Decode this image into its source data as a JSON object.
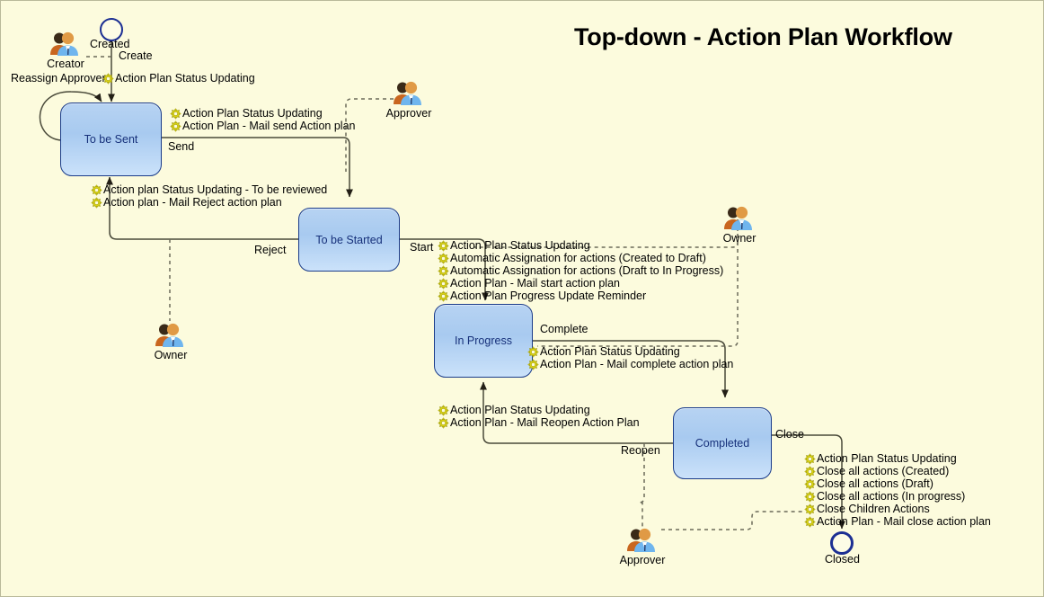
{
  "diagram": {
    "title": "Top-down - Action Plan Workflow",
    "background": "#fcfbdd",
    "state_fill": "#b2cff1",
    "state_border": "#1b3c8a",
    "state_text_color": "#16307a",
    "gear_color": "#d8d112",
    "edge_color": "#4a4a3a"
  },
  "states": [
    {
      "id": "to-be-sent",
      "label": "To be Sent"
    },
    {
      "id": "to-be-started",
      "label": "To be Started"
    },
    {
      "id": "in-progress",
      "label": "In Progress"
    },
    {
      "id": "completed",
      "label": "Completed"
    }
  ],
  "pseudostates": [
    {
      "id": "created",
      "label": "Created",
      "kind": "initial"
    },
    {
      "id": "closed",
      "label": "Closed",
      "kind": "final"
    }
  ],
  "actors": [
    {
      "id": "creator",
      "label": "Creator"
    },
    {
      "id": "approver-top",
      "label": "Approver"
    },
    {
      "id": "owner-left",
      "label": "Owner"
    },
    {
      "id": "owner-right",
      "label": "Owner"
    },
    {
      "id": "approver-bottom",
      "label": "Approver"
    }
  ],
  "transitions": [
    {
      "id": "create",
      "label": "Create"
    },
    {
      "id": "reassign-approver",
      "label": "Reassign Approver"
    },
    {
      "id": "send",
      "label": "Send"
    },
    {
      "id": "reject",
      "label": "Reject"
    },
    {
      "id": "start",
      "label": "Start"
    },
    {
      "id": "complete",
      "label": "Complete"
    },
    {
      "id": "reopen",
      "label": "Reopen"
    },
    {
      "id": "close",
      "label": "Close"
    }
  ],
  "action_lists": {
    "create": [
      "Action Plan Status Updating"
    ],
    "send": [
      "Action Plan Status Updating",
      "Action Plan - Mail send Action plan"
    ],
    "reject": [
      "Action plan Status Updating - To be reviewed",
      "Action plan - Mail Reject action plan"
    ],
    "start": [
      "Action Plan Status Updating",
      "Automatic Assignation for actions (Created to Draft)",
      "Automatic Assignation for actions (Draft to In Progress)",
      "Action Plan - Mail start action plan",
      "Action Plan Progress Update Reminder"
    ],
    "complete": [
      "Action Plan Status Updating",
      "Action Plan - Mail complete action plan"
    ],
    "reopen": [
      "Action Plan Status Updating",
      "Action Plan - Mail Reopen Action Plan"
    ],
    "close": [
      "Action Plan Status Updating",
      "Close all actions (Created)",
      "Close all actions (Draft)",
      "Close all actions (In progress)",
      "Close Children Actions",
      "Action Plan - Mail close action plan"
    ]
  },
  "icons": {
    "gear": "gear-icon",
    "actor": "actor-group-icon",
    "initial_node": "initial-state-icon",
    "final_node": "final-state-icon"
  }
}
